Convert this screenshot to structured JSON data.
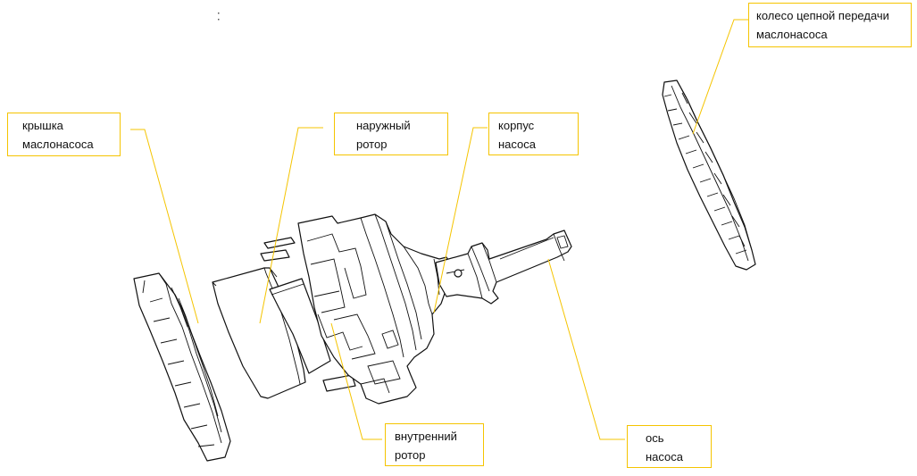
{
  "labels": {
    "cover": "крышка\nмаслонасоса",
    "outer_rotor": "наружный\nротор",
    "pump_body": "корпус\nнасоса",
    "sprocket": "колесо цепной передачи\nмаслонасоса",
    "inner_rotor": "внутренний\nротор",
    "shaft": "ось\nнасоса"
  },
  "colors": {
    "leader": "#f5c400",
    "outline": "#111111",
    "background": "#ffffff"
  }
}
